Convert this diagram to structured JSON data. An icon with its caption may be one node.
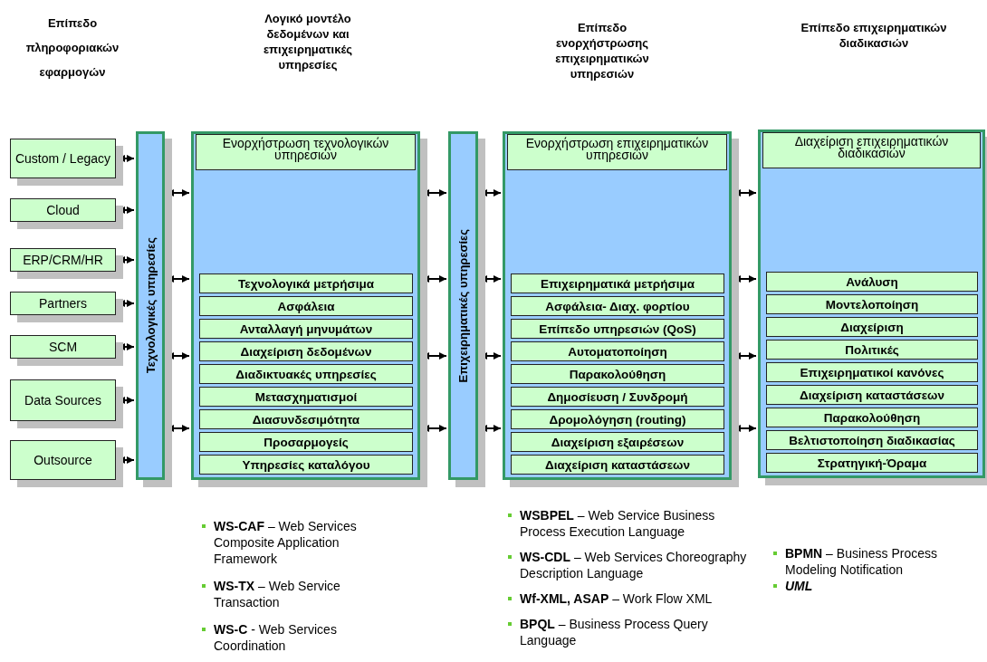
{
  "diagram": {
    "nodes": [
      {
        "text": [
          "Custom / Legacy"
        ]
      },
      {
        "text": [
          "Cloud"
        ]
      },
      {
        "text": [
          "ERP/CRM/HR"
        ]
      },
      {
        "text": [
          "Partners"
        ]
      },
      {
        "text": [
          "SCM"
        ]
      },
      {
        "text": [
          "Data Sources"
        ]
      },
      {
        "text": [
          "Outsource"
        ]
      },
      {
        "text": [
          "Τεχνολογικές υπηρεσίες"
        ]
      },
      {
        "text": [],
        "shape": "box"
      },
      {
        "text": [
          "Ενορχήστρωση τεχνολογικών υπηρεσιών"
        ],
        "in": 8
      },
      {
        "text": [
          "Τεχνολογικά μετρήσιμα"
        ],
        "in": 8
      },
      {
        "text": [
          "Ασφάλεια"
        ],
        "in": 8
      },
      {
        "text": [
          "Ανταλλαγή μηνυμάτων"
        ],
        "in": 8
      },
      {
        "text": [
          "Διαχείριση δεδομένων"
        ],
        "in": 8
      },
      {
        "text": [
          "Διαδικτυακές υπηρεσίες"
        ],
        "in": 8
      },
      {
        "text": [
          "Μετασχηματισμοί"
        ],
        "in": 8
      },
      {
        "text": [
          "Διασυνδεσιμότητα"
        ],
        "in": 8
      },
      {
        "text": [
          "Προσαρμογείς"
        ],
        "in": 8
      },
      {
        "text": [
          "Υπηρεσίες καταλόγου"
        ],
        "in": 8
      },
      {
        "text": [
          "Επιχειρηματικές υπηρεσίες"
        ]
      },
      {
        "text": [],
        "shape": "box"
      },
      {
        "text": [
          "Ενορχήστρωση επιχειρηματικών υπηρεσιών"
        ],
        "in": 20
      },
      {
        "text": [
          "Επιχειρηματικά μετρήσιμα"
        ],
        "in": 20
      },
      {
        "text": [
          "Ασφάλεια- Διαχ. φορτίου"
        ],
        "in": 20
      },
      {
        "text": [
          "Επίπεδο υπηρεσιών (QoS)"
        ],
        "in": 20
      },
      {
        "text": [
          "Αυτοματοποίηση"
        ],
        "in": 20
      },
      {
        "text": [
          "Παρακολούθηση"
        ],
        "in": 20
      },
      {
        "text": [
          "Δημοσίευση / Συνδρομή"
        ],
        "in": 20
      },
      {
        "text": [
          "Δρομολόγηση (routing)"
        ],
        "in": 20
      },
      {
        "text": [
          "Διαχείριση εξαιρέσεων"
        ],
        "in": 20
      },
      {
        "text": [
          "Διαχείριση καταστάσεων"
        ],
        "in": 20
      },
      {
        "text": [],
        "shape": "box"
      },
      {
        "text": [
          "Διαχείριση επιχειρηματικών διαδικασιών"
        ],
        "in": 31
      },
      {
        "text": [
          "Ανάλυση"
        ],
        "in": 31
      },
      {
        "text": [
          "Μοντελοποίηση"
        ],
        "in": 31
      },
      {
        "text": [
          "Διαχείριση"
        ],
        "in": 31
      },
      {
        "text": [
          "Πολιτικές"
        ],
        "in": 31
      },
      {
        "text": [
          "Επιχειρηματικοί κανόνες"
        ],
        "in": 31
      },
      {
        "text": [
          "Διαχείριση καταστάσεων"
        ],
        "in": 31
      },
      {
        "text": [
          "Παρακολούθηση"
        ],
        "in": 31
      },
      {
        "text": [
          "Βελτιστοποίηση διαδικασίας"
        ],
        "in": 31
      },
      {
        "text": [
          "Στρατηγική-Όραμα"
        ],
        "in": 31
      }
    ],
    "edges": [
      {
        "from": 0,
        "to": 7,
        "arrow": "both"
      },
      {
        "from": 1,
        "to": 7,
        "arrow": "both"
      },
      {
        "from": 2,
        "to": 7,
        "arrow": "both"
      },
      {
        "from": 3,
        "to": 7,
        "arrow": "both"
      },
      {
        "from": 4,
        "to": 7,
        "arrow": "both"
      },
      {
        "from": 5,
        "to": 7,
        "arrow": "both"
      },
      {
        "from": 6,
        "to": 7,
        "arrow": "both"
      },
      {
        "from": 7,
        "to": 8,
        "arrow": "both"
      },
      {
        "from": 7,
        "to": 8,
        "arrow": "both"
      },
      {
        "from": 7,
        "to": 8,
        "arrow": "both"
      },
      {
        "from": 7,
        "to": 8,
        "arrow": "both"
      },
      {
        "from": 8,
        "to": 19,
        "arrow": "both"
      },
      {
        "from": 8,
        "to": 19,
        "arrow": "both"
      },
      {
        "from": 8,
        "to": 19,
        "arrow": "both"
      },
      {
        "from": 8,
        "to": 19,
        "arrow": "both"
      },
      {
        "from": 19,
        "to": 20,
        "arrow": "both"
      },
      {
        "from": 19,
        "to": 20,
        "arrow": "both"
      },
      {
        "from": 19,
        "to": 20,
        "arrow": "both"
      },
      {
        "from": 19,
        "to": 20,
        "arrow": "both"
      },
      {
        "from": 20,
        "to": 31,
        "arrow": "both"
      },
      {
        "from": 20,
        "to": 31,
        "arrow": "both"
      },
      {
        "from": 20,
        "to": 31,
        "arrow": "both"
      },
      {
        "from": 20,
        "to": 31,
        "arrow": "both"
      }
    ],
    "labels": [
      "Επίπεδο πληροφοριακών εφαρμογών",
      "Λογικό μοντέλο δεδομένων και επιχειρηματικές υπηρεσίες",
      "Επίπεδο ενορχήστρωσης επιχειρηματικών υπηρεσιών",
      "Επίπεδο επιχειρηματικών διαδικασιών",
      "**WS-CAF** – Web Services Composite Application Framework",
      "**WS-TX** – Web Service Transaction",
      "**WS-C** - Web Services Coordination",
      "**WSBPEL** – Web Service Business Process Execution Language",
      "**WS-CDL** – Web Services Choreography Description Language",
      "**Wf-XML, ASAP** – Work Flow XML",
      "**BPQL** – Business Process Query Language",
      "**BPMN** – Business Process Modeling Notification",
      "UML"
    ]
  }
}
